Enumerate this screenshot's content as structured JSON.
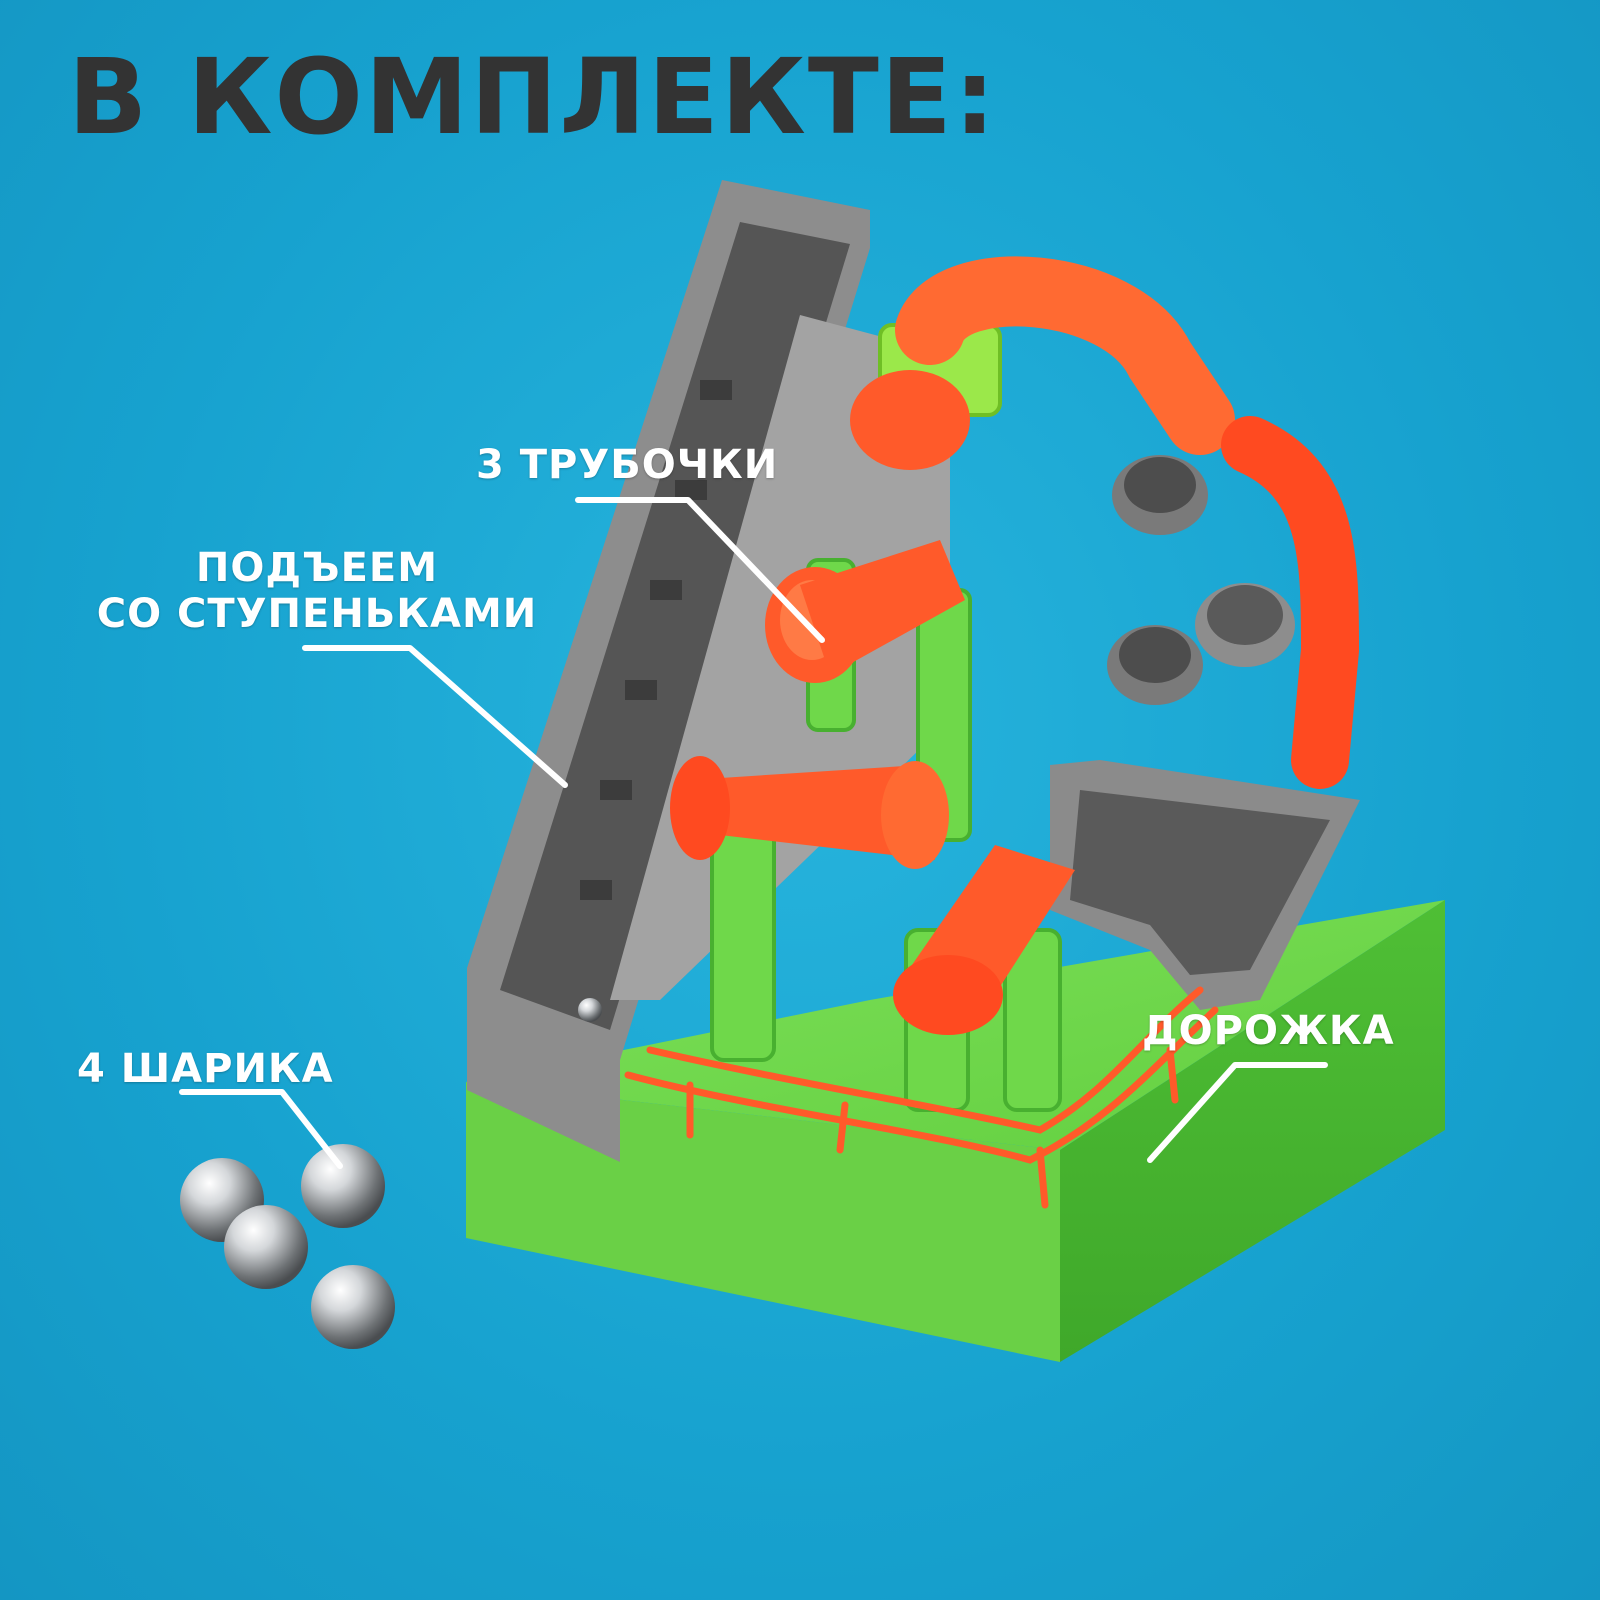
{
  "title": "В КОМПЛЕКТЕ:",
  "labels": {
    "tubes": "3 ТРУБОЧКИ",
    "lift_line1": "ПОДЪЕЕМ",
    "lift_line2": "СО СТУПЕНЬКАМИ",
    "balls": "4 ШАРИКА",
    "track": "ДОРОЖКА"
  },
  "colors": {
    "background": "#1aa5d2",
    "title_text": "#333333",
    "label_text": "#ffffff",
    "base_green": "#6fd84a",
    "tube_orange": "#ff5a2a",
    "frame_gray": "#8c8c8c",
    "ball_silver": "#cfd3d6"
  }
}
